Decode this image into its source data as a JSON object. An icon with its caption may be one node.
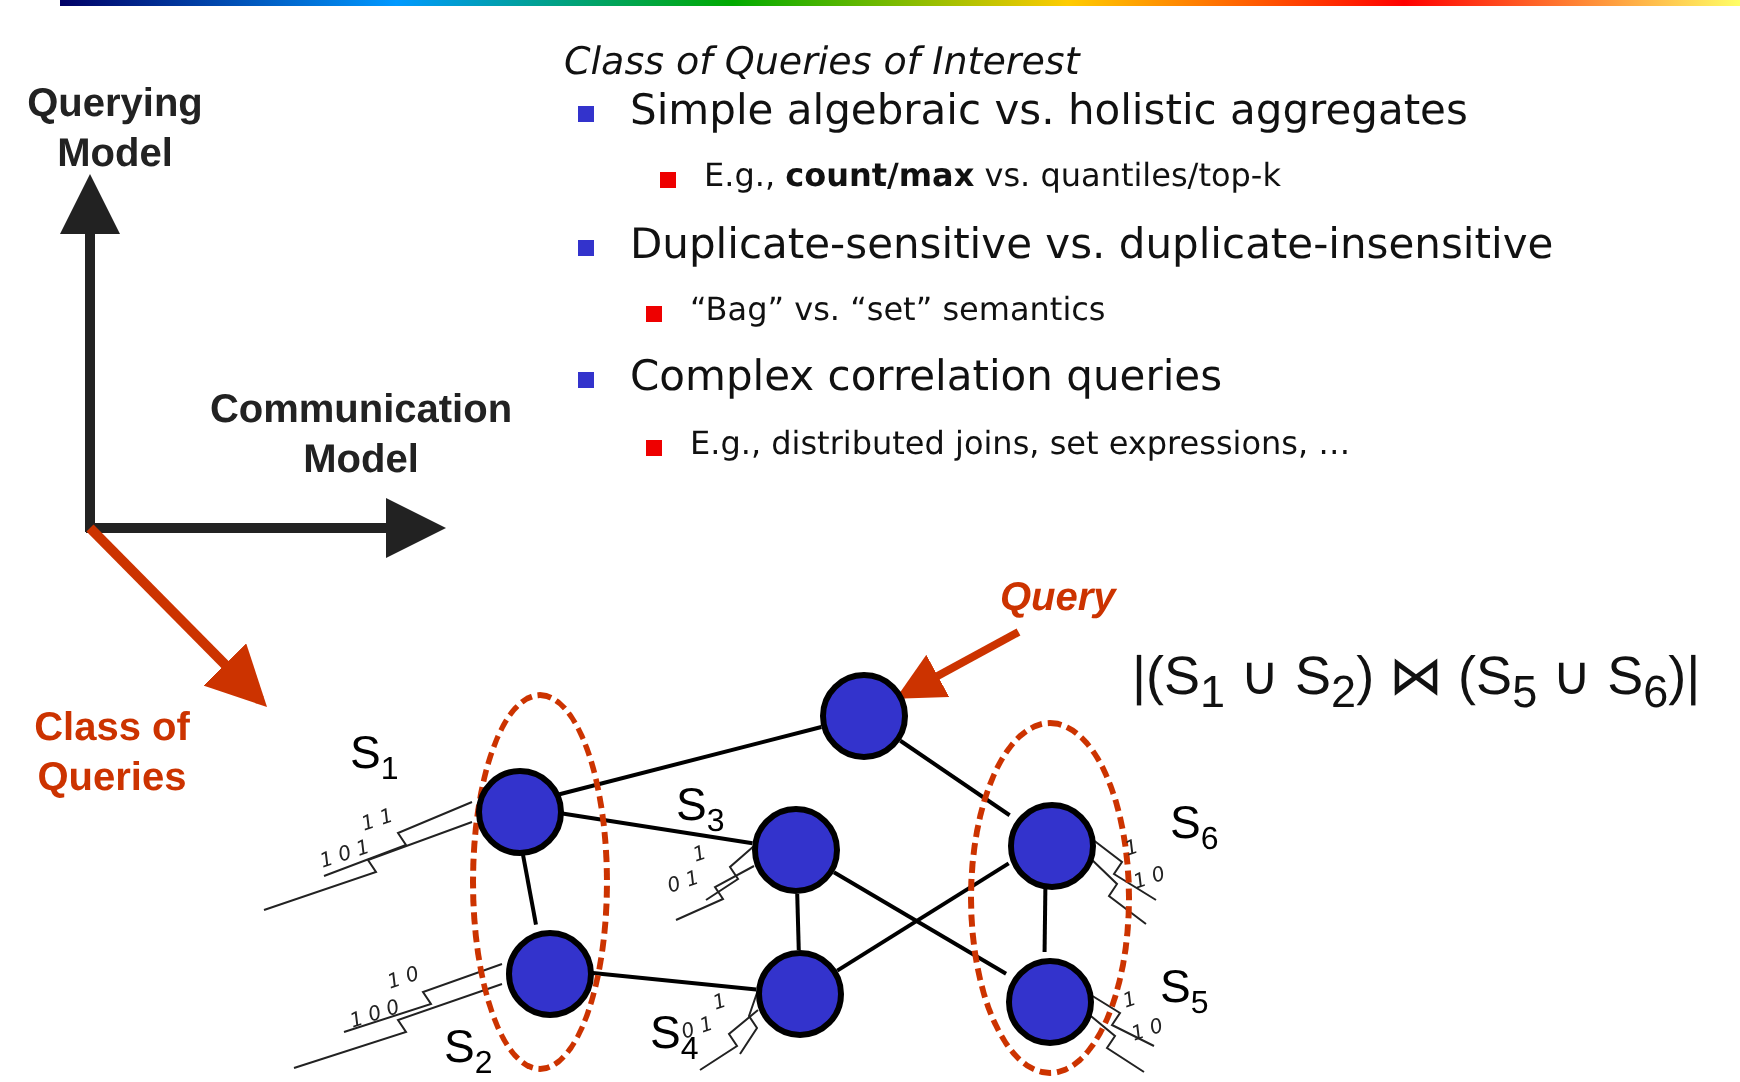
{
  "diagram": {
    "nodes": [
      {
        "text": [
          "Query"
        ]
      },
      {
        "text": [],
        "shape": "circle"
      },
      {
        "text": [],
        "shape": "ellipse"
      },
      {
        "text": [],
        "shape": "circle",
        "in": 2,
        "beside": [
          "S$_{1}$",
          "1 1",
          "1 0 1"
        ]
      },
      {
        "text": [],
        "shape": "circle",
        "in": 2,
        "beside": [
          "S$_{2}$",
          "1 0",
          "1 0 0"
        ]
      },
      {
        "text": [],
        "shape": "circle",
        "beside": [
          "S$_{3}$",
          "1",
          "0 1"
        ]
      },
      {
        "text": [],
        "shape": "circle",
        "beside": [
          "S$_{4}$",
          "1",
          "0 1"
        ]
      },
      {
        "text": [],
        "shape": "ellipse"
      },
      {
        "text": [],
        "shape": "circle",
        "in": 7,
        "beside": [
          "S$_{6}$",
          "1",
          "1 0"
        ]
      },
      {
        "text": [],
        "shape": "circle",
        "in": 7,
        "beside": [
          "S$_{5}$",
          "1",
          "1 0"
        ]
      }
    ],
    "edges": [
      {
        "from": 0,
        "to": 1,
        "arrow": "to",
        "style": "thick",
        "color": "#cc3300"
      },
      {
        "from": 1,
        "to": 3,
        "arrow": "none"
      },
      {
        "from": 1,
        "to": 8,
        "arrow": "none"
      },
      {
        "from": 3,
        "to": 5,
        "arrow": "none"
      },
      {
        "from": 3,
        "to": 4,
        "arrow": "none"
      },
      {
        "from": 4,
        "to": 6,
        "arrow": "none"
      },
      {
        "from": 5,
        "to": 6,
        "arrow": "none"
      },
      {
        "from": 5,
        "to": 9,
        "arrow": "none"
      },
      {
        "from": 6,
        "to": 8,
        "arrow": "none"
      },
      {
        "from": 8,
        "to": 9,
        "arrow": "none"
      }
    ],
    "labels": [
      "Class of Queries of Interest",
      "Querying Model",
      "Simple algebraic vs. holistic aggregates",
      "E.g., **count/max** vs. quantiles/top-k",
      "Duplicate-sensitive vs. duplicate-insensitive",
      "“Bag”  vs.  “set” semantics",
      "Communication Model",
      "Complex correlation queries",
      "E.g., distributed joins, set expressions, …",
      "|(S$_{1}$ ∪ S$_{2}$) ⋈ (S$_{5}$ ∪ S$_{6}$)|",
      "Class of Queries"
    ]
  }
}
